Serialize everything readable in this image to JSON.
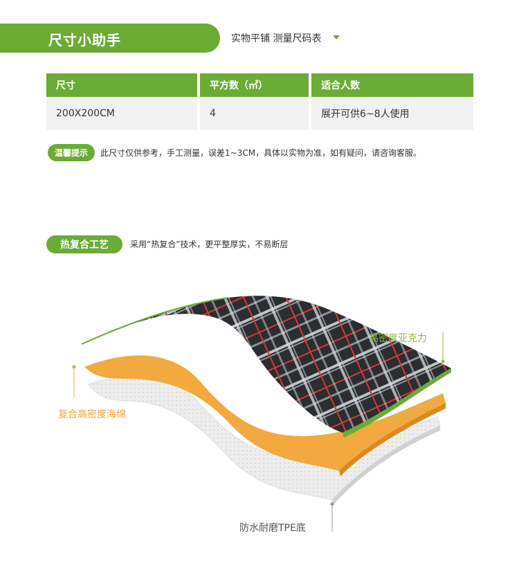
{
  "header": {
    "title": "尺寸小助手",
    "subtitle": "实物平铺 测量尺码表"
  },
  "size_table": {
    "headers": [
      "尺寸",
      "平方数（㎡）",
      "适合人数"
    ],
    "rows": [
      [
        "200X200CM",
        "4",
        "展开可供6~8人使用"
      ]
    ]
  },
  "tip": {
    "label": "温馨提示",
    "text": "此尺寸仅供参考，手工测量，误差1~3CM，具体以实物为准，如有疑问，请咨询客服。"
  },
  "craft": {
    "label": "热复合工艺",
    "text": "采用“热复合”技术，更平整厚实，不易断层"
  },
  "layers": {
    "top": "高密度亚克力",
    "middle": "复合高密度海绵",
    "bottom": "防水耐磨TPE底"
  },
  "colors": {
    "accent": "#6bab36",
    "sponge": "#f0a43a",
    "acrylic_label": "#8cbd3a",
    "table_row_bg": "#f2f2f2"
  },
  "icons": {
    "dropdown": "caret-down-icon"
  }
}
